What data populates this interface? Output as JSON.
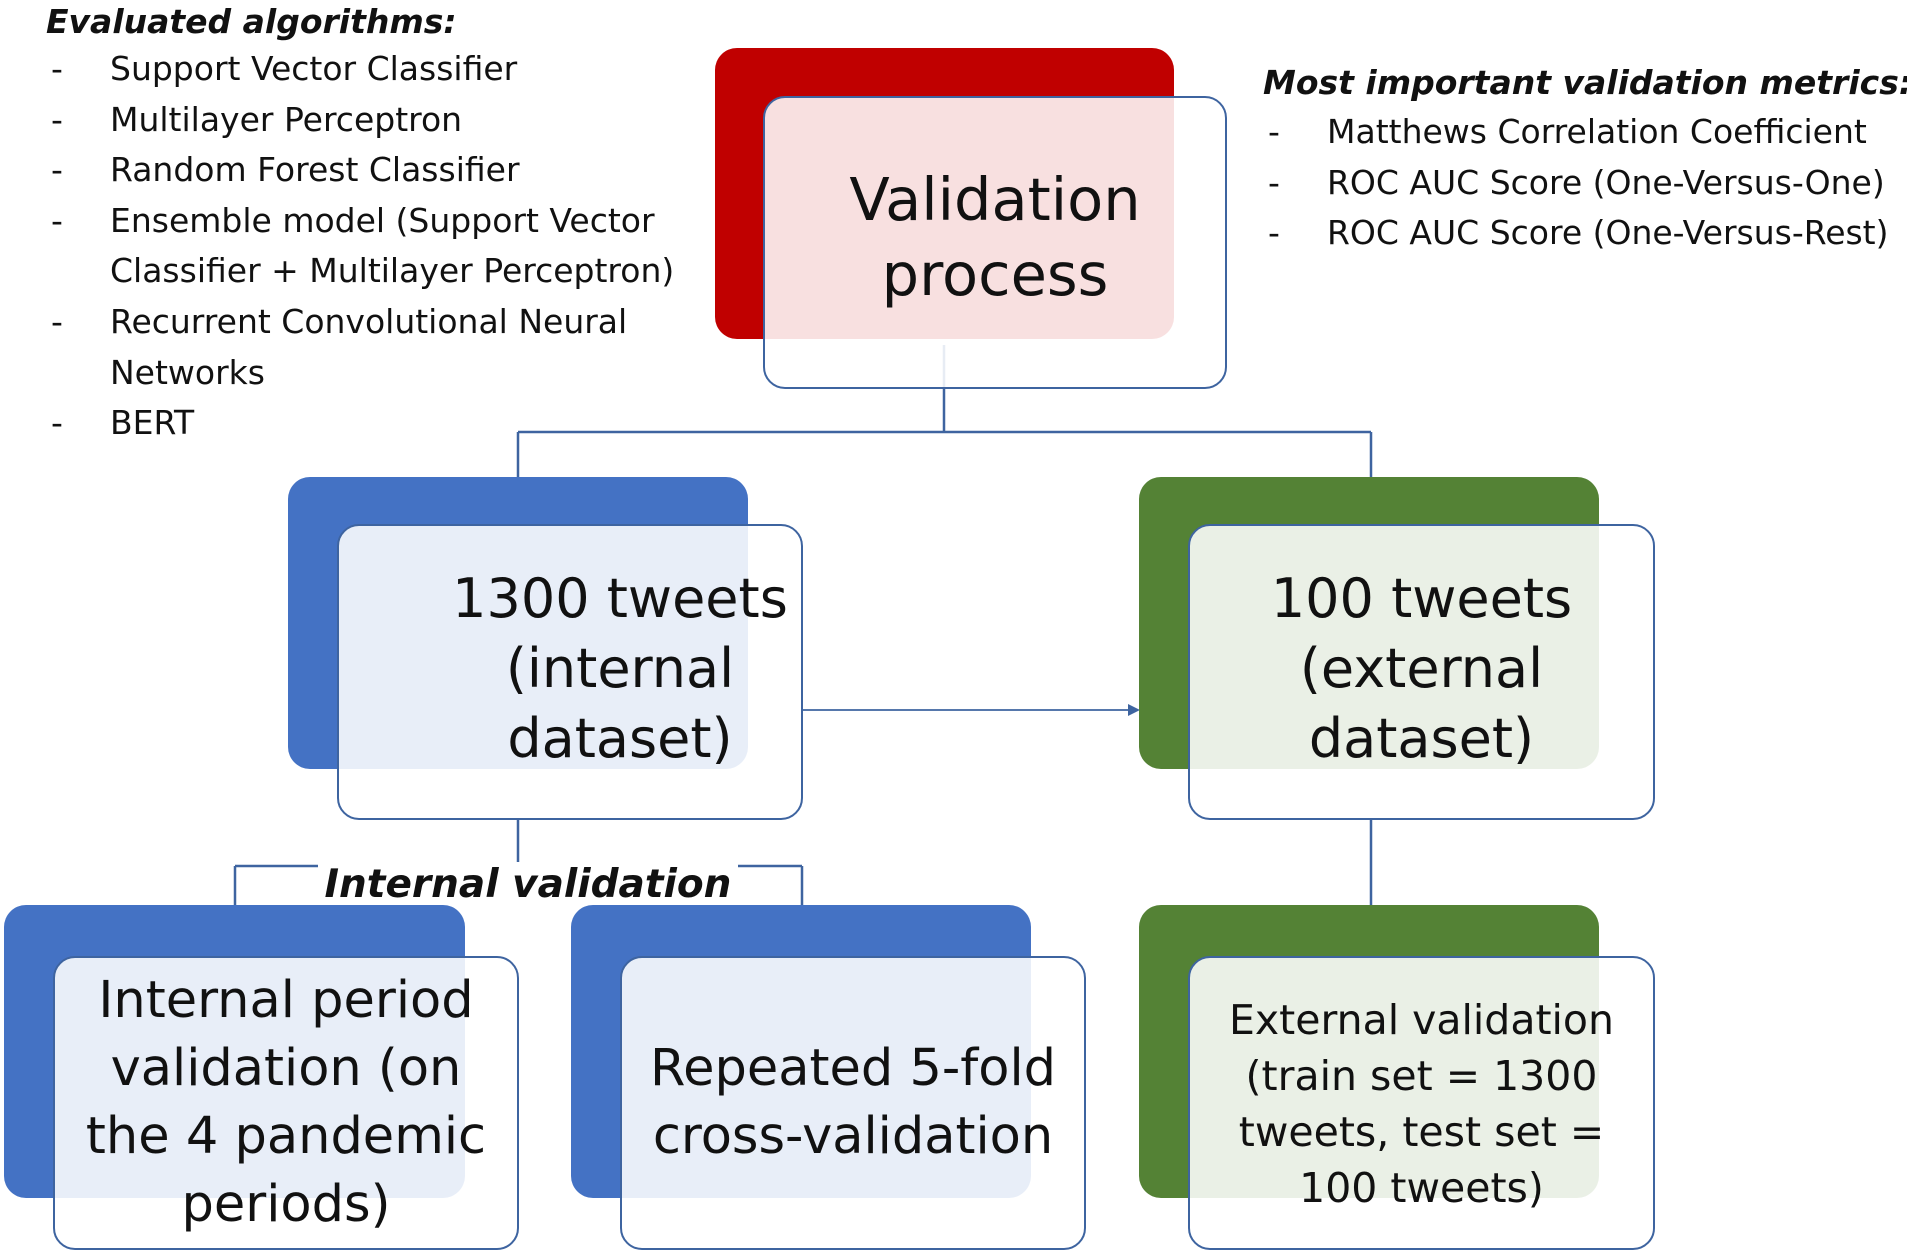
{
  "colors": {
    "red": "#c00000",
    "blue": "#4472c4",
    "green": "#548235",
    "line": "#3e64a0"
  },
  "algorithms": {
    "title": "Evaluated algorithms:",
    "items": [
      "Support Vector Classifier",
      "Multilayer Perceptron",
      "Random Forest Classifier",
      "Ensemble model (Support Vector\nClassifier + Multilayer Perceptron)",
      "Recurrent Convolutional Neural\nNetworks",
      "BERT"
    ]
  },
  "metrics": {
    "title": "Most important validation metrics:",
    "items": [
      "Matthews Correlation Coefficient",
      "ROC AUC Score (One-Versus-One)",
      "ROC AUC Score (One-Versus-Rest)"
    ]
  },
  "nodes": {
    "root": "Validation\nprocess",
    "internal_dataset": "1300 tweets\n(internal\ndataset)",
    "external_dataset": "100 tweets\n(external\ndataset)",
    "period_validation": "Internal period\nvalidation (on\nthe 4 pandemic\nperiods)",
    "cross_validation": "Repeated 5-fold\ncross-validation",
    "external_validation": "External validation\n(train set = 1300\ntweets, test set =\n100 tweets)"
  },
  "edge_labels": {
    "internal_validation": "Internal validation"
  }
}
